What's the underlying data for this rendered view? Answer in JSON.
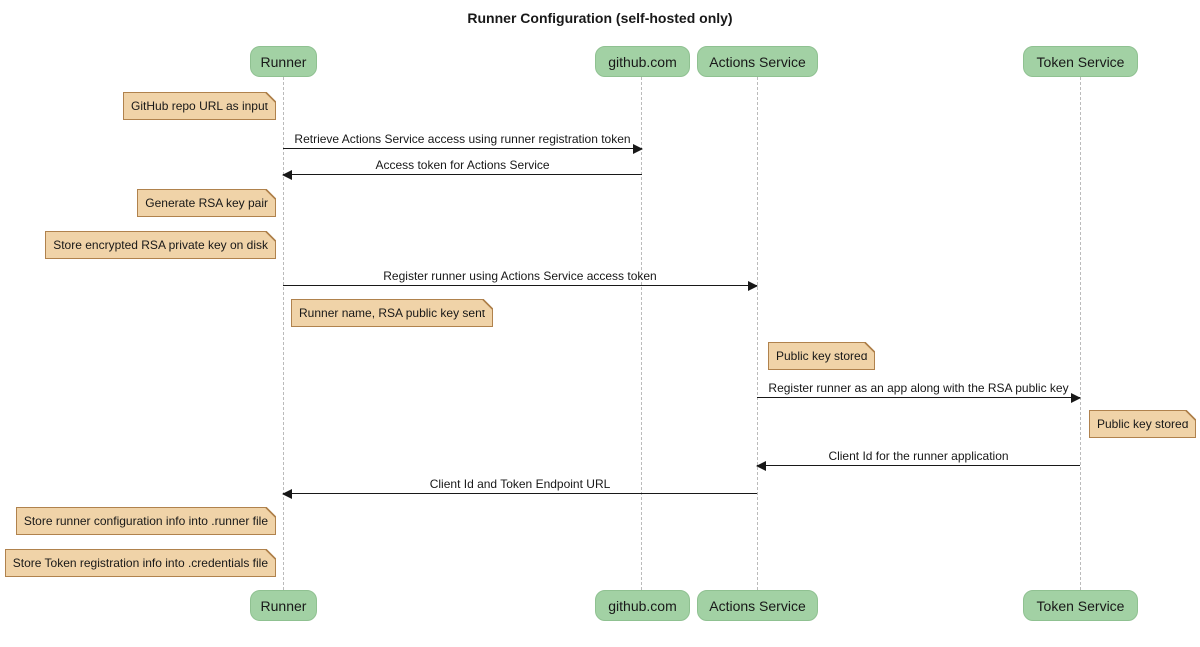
{
  "title": "Runner Configuration (self-hosted only)",
  "diagram_type": "sequence",
  "colors": {
    "background": "#ffffff",
    "participant-fill": "#a2d1a4",
    "participant-border": "#8fc191",
    "note-fill": "#f0d3a8",
    "note-border": "#b0824d",
    "lifeline": "#bbbbbb",
    "arrow": "#181818",
    "text": "#181818"
  },
  "participants": [
    {
      "name": "Runner"
    },
    {
      "name": "github.com"
    },
    {
      "name": "Actions Service"
    },
    {
      "name": "Token Service"
    }
  ],
  "notes": [
    {
      "text": "GitHub repo URL as input",
      "position": "left of Runner"
    },
    {
      "text": "Generate RSA key pair",
      "position": "left of Runner"
    },
    {
      "text": "Store encrypted RSA private key on disk",
      "position": "left of Runner"
    },
    {
      "text": "Runner name, RSA public key sent",
      "position": "right of Runner"
    },
    {
      "text": "Public key stored",
      "position": "right of Actions Service"
    },
    {
      "text": "Public key stored",
      "position": "right of Token Service"
    },
    {
      "text": "Store runner configuration info into .runner file",
      "position": "left of Runner"
    },
    {
      "text": "Store Token registration info into .credentials file",
      "position": "left of Runner"
    }
  ],
  "messages": [
    {
      "from": "Runner",
      "to": "github.com",
      "text": "Retrieve Actions Service access using runner registration token"
    },
    {
      "from": "github.com",
      "to": "Runner",
      "text": "Access token for Actions Service"
    },
    {
      "from": "Runner",
      "to": "Actions Service",
      "text": "Register runner using Actions Service access token"
    },
    {
      "from": "Actions Service",
      "to": "Token Service",
      "text": "Register runner as an app along with the RSA public key"
    },
    {
      "from": "Token Service",
      "to": "Actions Service",
      "text": "Client Id for the runner application"
    },
    {
      "from": "Actions Service",
      "to": "Runner",
      "text": "Client Id and Token Endpoint URL"
    }
  ]
}
